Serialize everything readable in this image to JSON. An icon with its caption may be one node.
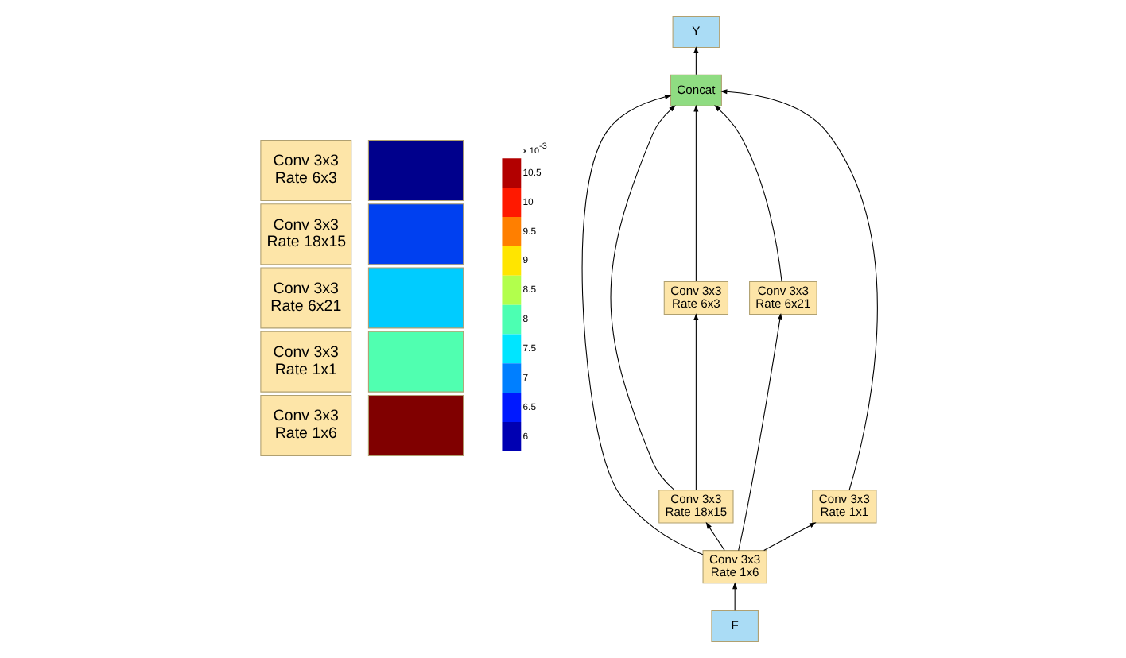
{
  "diagram": {
    "nodes": [
      {
        "text": [
          "Y"
        ]
      },
      {
        "text": [
          "Concat"
        ]
      },
      {
        "text": [
          "Conv 3x3 Rate 6x3"
        ]
      },
      {
        "text": [
          "Conv 3x3 Rate 18x15"
        ]
      },
      {
        "text": [
          "Conv 3x3 Rate 6x21"
        ]
      },
      {
        "text": [
          "Conv 3x3 Rate 1x1"
        ]
      },
      {
        "text": [
          "Conv 3x3 Rate 1x6"
        ]
      },
      {
        "text": [
          "F"
        ]
      }
    ],
    "edges": [
      {
        "from": 7,
        "to": 6,
        "arrow": "to"
      },
      {
        "from": 6,
        "to": 3,
        "arrow": "to"
      },
      {
        "from": 6,
        "to": 4,
        "arrow": "to"
      },
      {
        "from": 6,
        "to": 5,
        "arrow": "to"
      },
      {
        "from": 6,
        "to": 1,
        "arrow": "to"
      },
      {
        "from": 3,
        "to": 2,
        "arrow": "to"
      },
      {
        "from": 3,
        "to": 1,
        "arrow": "to"
      },
      {
        "from": 2,
        "to": 1,
        "arrow": "to"
      },
      {
        "from": 4,
        "to": 1,
        "arrow": "to"
      },
      {
        "from": 5,
        "to": 1,
        "arrow": "to"
      },
      {
        "from": 1,
        "to": 0,
        "arrow": "to"
      }
    ],
    "labels": [
      "x 10$^{-3}$",
      "10.5",
      "10",
      "9.5",
      "9",
      "8.5",
      "8",
      "7.5",
      "7",
      "6.5",
      "6"
    ],
    "legend": [
      {
        "text": "Conv 3x3 Rate 6x3",
        "color": "#00008c"
      },
      {
        "text": "Conv 3x3 Rate 18x15",
        "color": "#0040f0"
      },
      {
        "text": "Conv 3x3 Rate 6x21",
        "color": "#00ccff"
      },
      {
        "text": "Conv 3x3 Rate 1x1",
        "color": "#50ffb0"
      },
      {
        "text": "Conv 3x3 Rate 1x6",
        "color": "#800000"
      }
    ]
  }
}
